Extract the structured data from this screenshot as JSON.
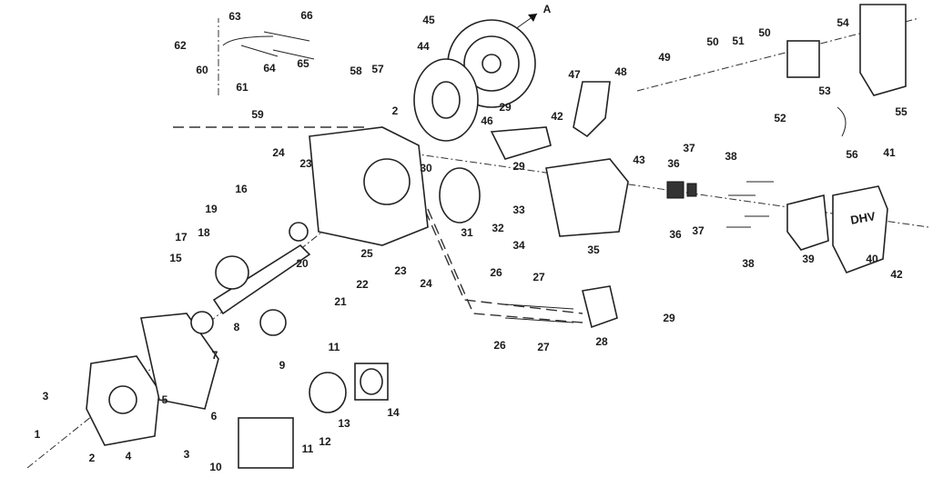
{
  "diagram": {
    "title": "Engine exploded parts diagram",
    "arrow_label": "A",
    "cover_marking": "DHV",
    "labels": [
      "63",
      "66",
      "62",
      "64",
      "65",
      "60",
      "61",
      "59",
      "58",
      "57",
      "45",
      "44",
      "2",
      "47",
      "48",
      "29",
      "46",
      "42",
      "29",
      "24",
      "23",
      "16",
      "19",
      "18",
      "17",
      "15",
      "20",
      "25",
      "22",
      "21",
      "23",
      "24",
      "30",
      "31",
      "33",
      "32",
      "34",
      "35",
      "43",
      "36",
      "37",
      "36",
      "37",
      "38",
      "38",
      "39",
      "40",
      "41",
      "42",
      "49",
      "50",
      "51",
      "50",
      "52",
      "53",
      "54",
      "55",
      "56",
      "26",
      "27",
      "26",
      "27",
      "28",
      "29",
      "8",
      "7",
      "9",
      "11",
      "5",
      "6",
      "3",
      "3",
      "13",
      "14",
      "12",
      "11",
      "10",
      "1",
      "2",
      "4"
    ]
  }
}
